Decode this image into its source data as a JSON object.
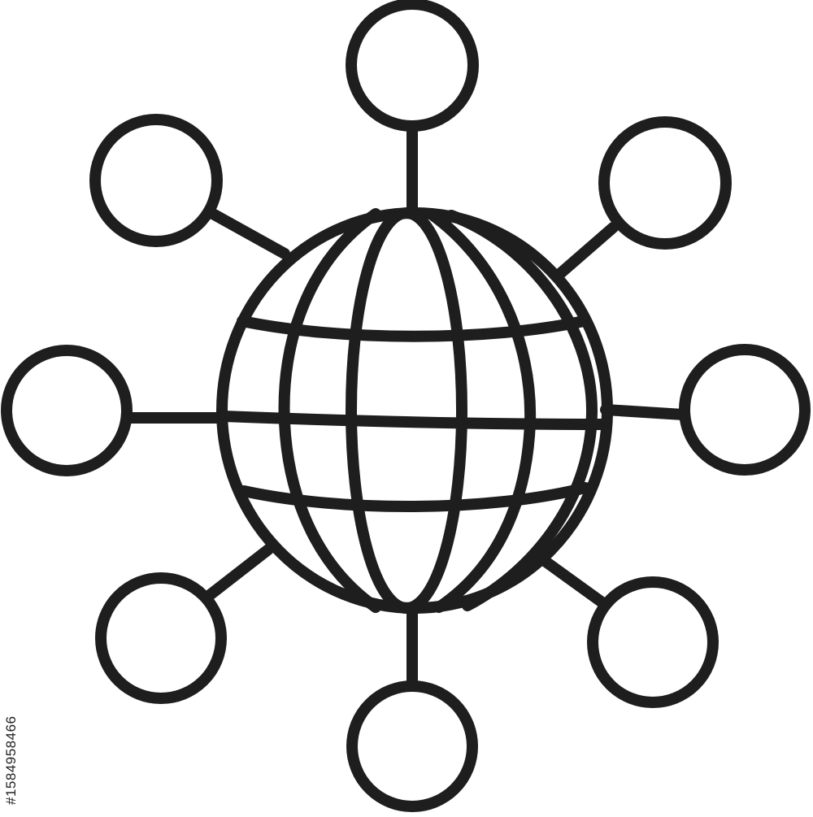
{
  "illustration": {
    "subject": "globe-network-icon",
    "stroke_color": "#1e1e1e",
    "background_color": "#ffffff",
    "node_count": 8,
    "connected_nodes": [
      "node-top",
      "node-top-right",
      "node-right",
      "node-bottom-right",
      "node-bottom",
      "node-bottom-left",
      "node-left",
      "node-top-left"
    ]
  },
  "watermark": {
    "stock_id": "#1584958466"
  }
}
